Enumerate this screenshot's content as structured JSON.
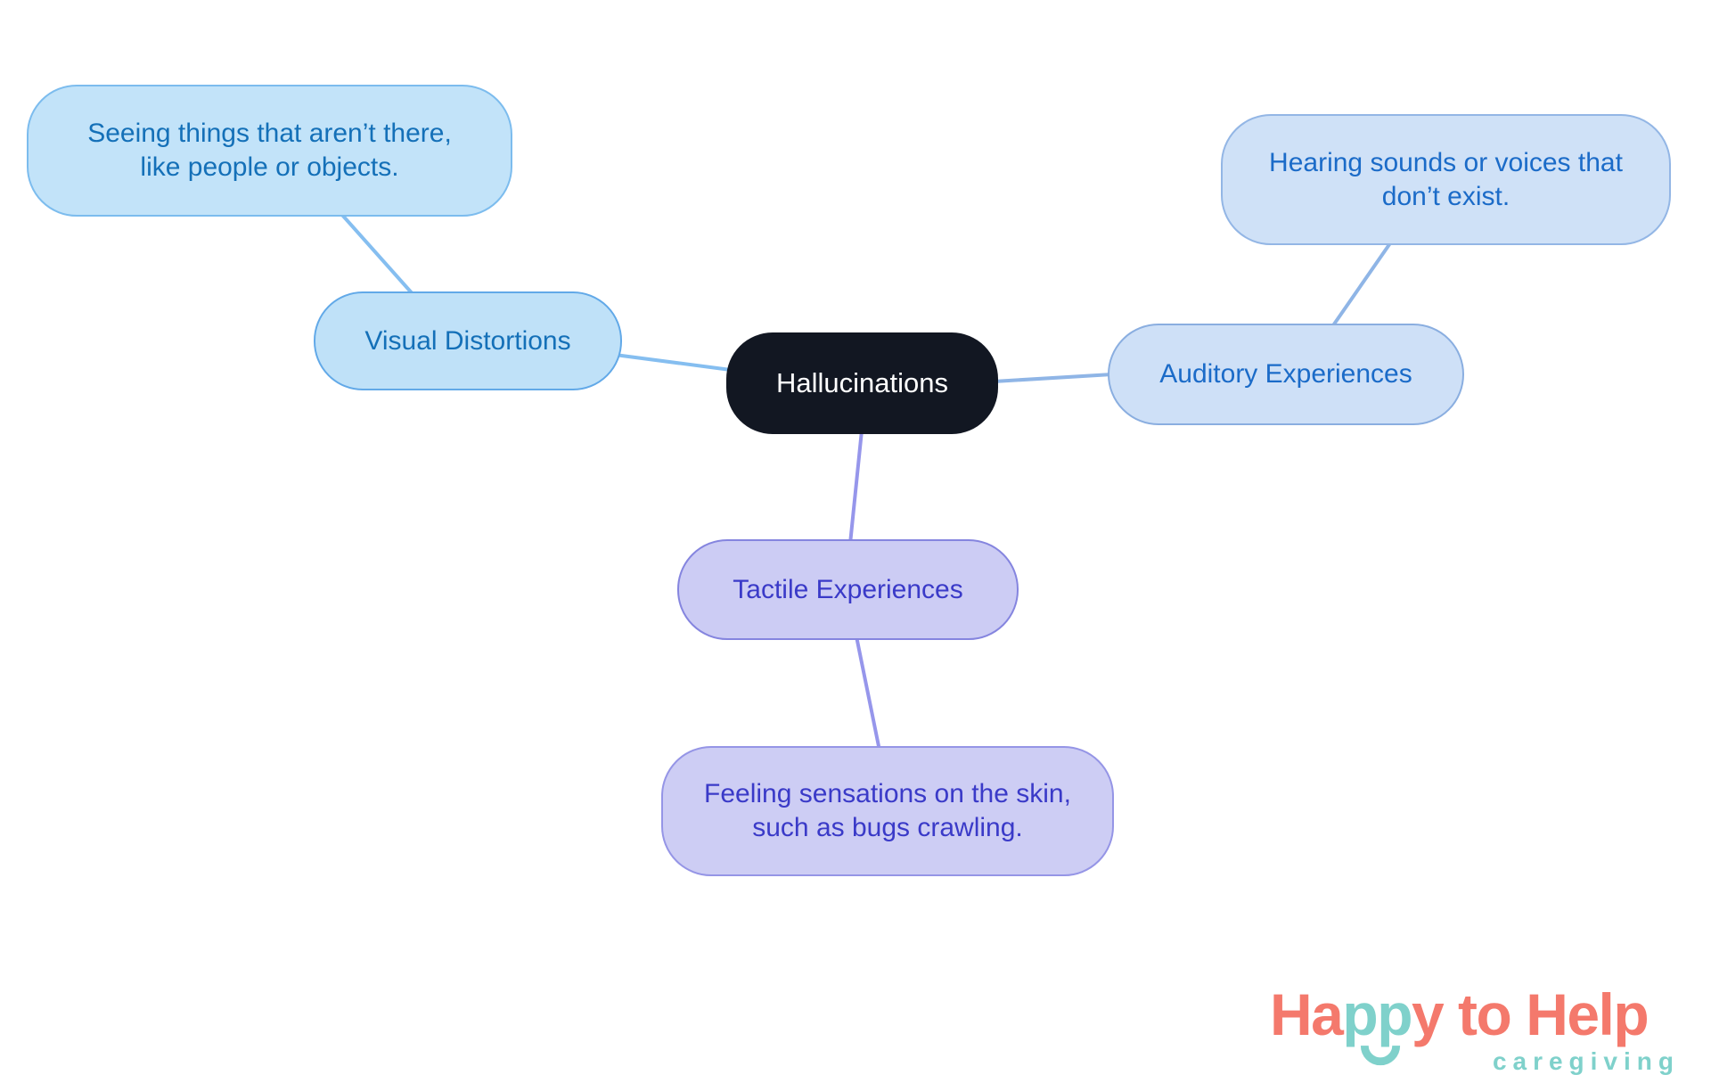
{
  "diagram": {
    "root": {
      "label": "Hallucinations"
    },
    "branches": [
      {
        "id": "visual",
        "label": "Visual Distortions",
        "leaf": {
          "lines": [
            "Seeing things that aren’t there,",
            "like people or objects."
          ]
        },
        "fill": "#BFE1F8",
        "leaf_fill": "#C2E3F9",
        "border": "#62A9E8",
        "text_color": "#1470B8",
        "link_color": "#85BEF0"
      },
      {
        "id": "auditory",
        "label": "Auditory Experiences",
        "leaf": {
          "lines": [
            "Hearing sounds or voices that",
            "don’t exist."
          ]
        },
        "fill": "#CEE0F7",
        "leaf_fill": "#CFE1F7",
        "border": "#8AAEE0",
        "text_color": "#1B6BC8",
        "link_color": "#8FB5E6"
      },
      {
        "id": "tactile",
        "label": "Tactile Experiences",
        "leaf": {
          "lines": [
            "Feeling sensations on the skin,",
            "such as bugs crawling."
          ]
        },
        "fill": "#CCCCF4",
        "leaf_fill": "#CDCDF4",
        "border": "#8585DF",
        "text_color": "#3A3AC8",
        "link_color": "#9696EB"
      }
    ],
    "root_colors": {
      "bg": "#121722",
      "text": "#FFFFFF"
    }
  },
  "logo": {
    "word_parts": [
      {
        "text": "Ha",
        "color": "#F4796C"
      },
      {
        "text": "pp",
        "color": "#7FD1CB"
      },
      {
        "text": "y to Help",
        "color": "#F4796C"
      }
    ],
    "tagline": "caregiving",
    "coral": "#F4796C",
    "teal": "#7FD1CB",
    "icon": "smile-arc-icon"
  }
}
